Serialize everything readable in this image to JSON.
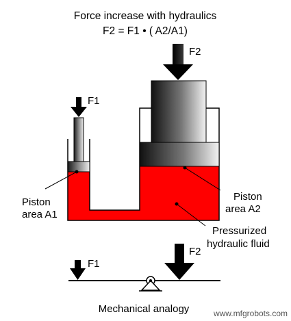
{
  "title": {
    "line1": "Force increase with hydraulics",
    "line2": "F2 = F1 • ( A2/A1)"
  },
  "labels": {
    "f1_top": "F1",
    "f2_top": "F2",
    "small_piston_line1": "Piston",
    "small_piston_line2": "area A1",
    "large_piston_line1": "Piston",
    "large_piston_line2": "area A2",
    "fluid_line1": "Pressurized",
    "fluid_line2": "hydraulic fluid",
    "f1_lever": "F1",
    "f2_lever": "F2",
    "analogy": "Mechanical analogy"
  },
  "watermark": "www.mfgrobots.com",
  "colors": {
    "fluid": "#ff0000",
    "outline": "#000000",
    "background": "#ffffff"
  },
  "icons": {
    "force_arrow": "down-arrow-icon",
    "fulcrum": "fulcrum-icon"
  }
}
